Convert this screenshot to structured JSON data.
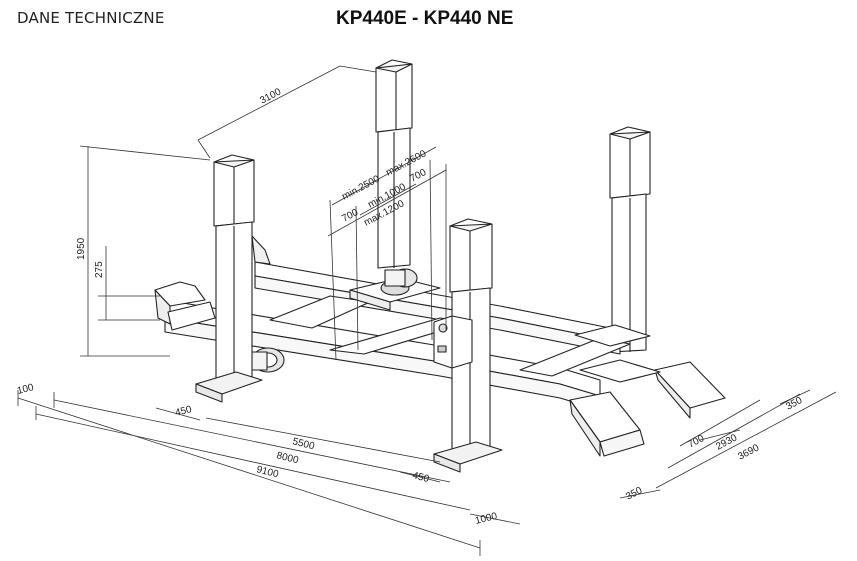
{
  "header": {
    "section_label": "DANE TECHNICZNE",
    "title": "KP440E - KP440 NE"
  },
  "dimensions": {
    "d3100": "3100",
    "d1950": "1950",
    "d275": "275",
    "d100": "100",
    "d450a": "450",
    "d450b": "450",
    "d5500": "5500",
    "d8000": "8000",
    "d9100": "9100",
    "d1000": "1000",
    "d350a": "350",
    "d350b": "350",
    "d700a": "700",
    "d700b": "700",
    "d700c": "700",
    "d2930": "2930",
    "d3690": "3690",
    "min2500": "min.2500",
    "max2600": "max.2600",
    "min1000": "min.1000",
    "max1200": "max.1200"
  }
}
